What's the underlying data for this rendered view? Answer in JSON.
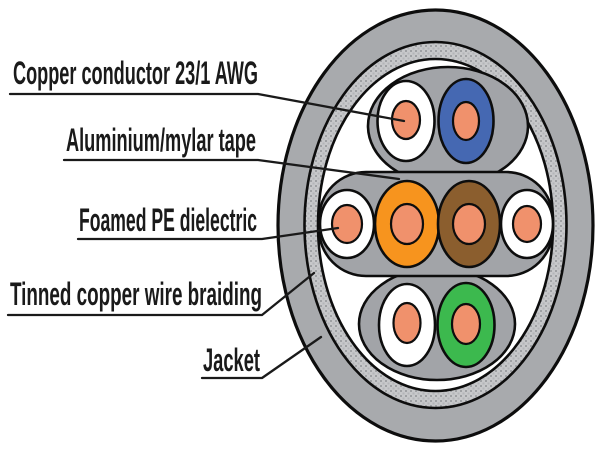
{
  "figure": {
    "kind": "cable cross-section diagram",
    "pairs_shown": 4,
    "conductors_shown": 8
  },
  "labels": [
    {
      "text": "Copper conductor 23/1 AWG"
    },
    {
      "text": "Aluminium/mylar tape"
    },
    {
      "text": "Foamed PE dielectric"
    },
    {
      "text": "Tinned copper wire braiding"
    },
    {
      "text": "Jacket"
    }
  ],
  "colors": {
    "jacket": "#A8AAAD",
    "braid_base": "#C7C8CA",
    "braid_dot": "#9EA0A3",
    "braid_dot2": "#B3B5B8",
    "tape": "#A2A4A8",
    "dielectric_white": "#FFFFFF",
    "copper": "#F0916C",
    "pair_orange": "#F7941E",
    "pair_brown": "#8B5E2E",
    "pair_blue": "#4568B2",
    "pair_green": "#3CB94E",
    "interior": "#FFFFFF",
    "text": "#1A1A1A"
  }
}
